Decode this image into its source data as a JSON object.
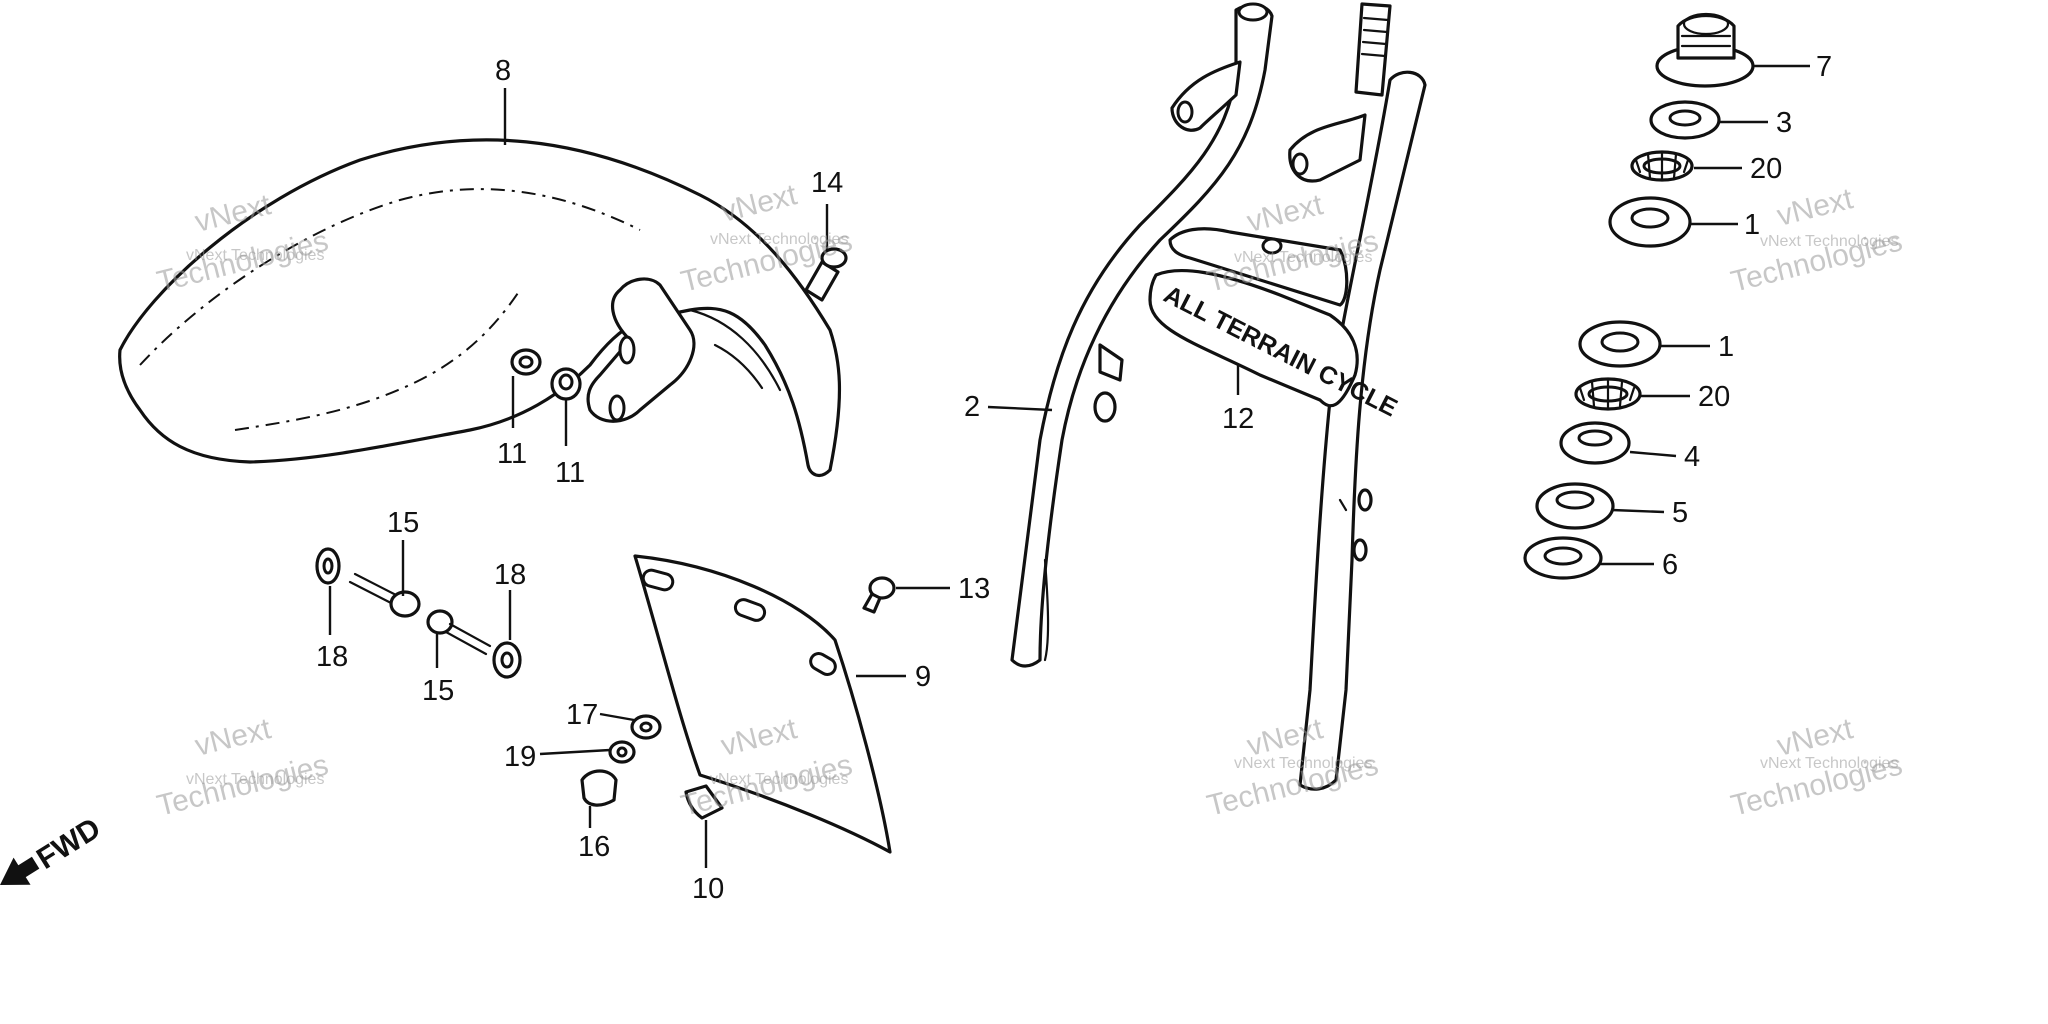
{
  "diagram": {
    "callouts": [
      {
        "label": "8"
      },
      {
        "label": "14"
      },
      {
        "label": "11"
      },
      {
        "label": "11"
      },
      {
        "label": "15"
      },
      {
        "label": "18"
      },
      {
        "label": "18"
      },
      {
        "label": "15"
      },
      {
        "label": "9"
      },
      {
        "label": "13"
      },
      {
        "label": "17"
      },
      {
        "label": "19"
      },
      {
        "label": "16"
      },
      {
        "label": "10"
      },
      {
        "label": "2"
      },
      {
        "label": "12"
      },
      {
        "label": "7"
      },
      {
        "label": "3"
      },
      {
        "label": "20"
      },
      {
        "label": "1"
      },
      {
        "label": "1"
      },
      {
        "label": "20"
      },
      {
        "label": "4"
      },
      {
        "label": "5"
      },
      {
        "label": "6"
      }
    ],
    "plate_text": "ALL TERRAIN CYCLE",
    "fwd_label": "FWD",
    "watermark": {
      "line1": "vNext Technologies",
      "line2a": "vNext",
      "line2b": "Technologies"
    }
  },
  "colors": {
    "line": "#111111",
    "watermark": "#9a9a9a"
  }
}
